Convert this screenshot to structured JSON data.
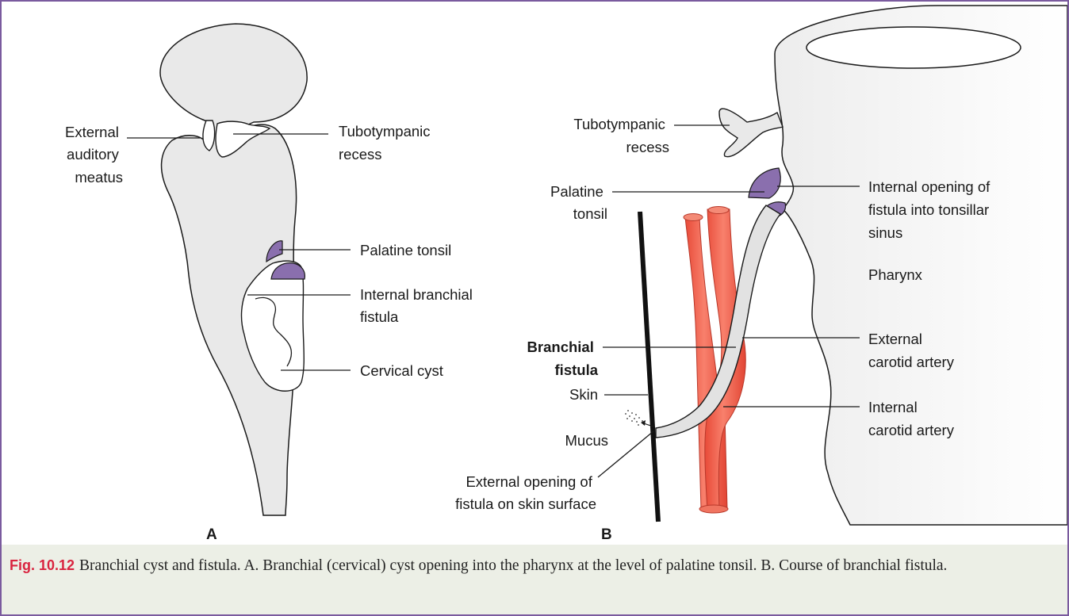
{
  "figure": {
    "panel_a": {
      "letter": "A",
      "labels": {
        "external_auditory_meatus": [
          "External",
          "auditory",
          "meatus"
        ],
        "tubotympanic_recess": [
          "Tubotympanic",
          "recess"
        ],
        "palatine_tonsil": [
          "Palatine tonsil"
        ],
        "internal_branchial_fistula": [
          "Internal branchial",
          "fistula"
        ],
        "cervical_cyst": [
          "Cervical cyst"
        ]
      }
    },
    "panel_b": {
      "letter": "B",
      "labels": {
        "tubotympanic_recess": [
          "Tubotympanic",
          "recess"
        ],
        "palatine_tonsil": [
          "Palatine",
          "tonsil"
        ],
        "internal_opening": [
          "Internal opening of",
          "fistula into tonsillar",
          "sinus"
        ],
        "pharynx": [
          "Pharynx"
        ],
        "branchial_fistula": [
          "Branchial",
          "fistula"
        ],
        "skin": [
          "Skin"
        ],
        "mucus": [
          "Mucus"
        ],
        "external_opening": [
          "External opening of",
          "fistula on skin surface"
        ],
        "external_carotid": [
          "External",
          "carotid artery"
        ],
        "internal_carotid": [
          "Internal",
          "carotid artery"
        ]
      }
    },
    "colors": {
      "tissue": "#e9e9e9",
      "tonsil": "#8a6fae",
      "artery": "#f0604c",
      "frame": "#7a5a9e",
      "caption_bg": "#ecefe6",
      "fig_number": "#d9243f"
    }
  },
  "caption": {
    "fig_number": "Fig. 10.12",
    "text": "Branchial cyst and fistula. A. Branchial (cervical) cyst opening into the pharynx at the level of palatine tonsil. B. Course of branchial fistula."
  }
}
